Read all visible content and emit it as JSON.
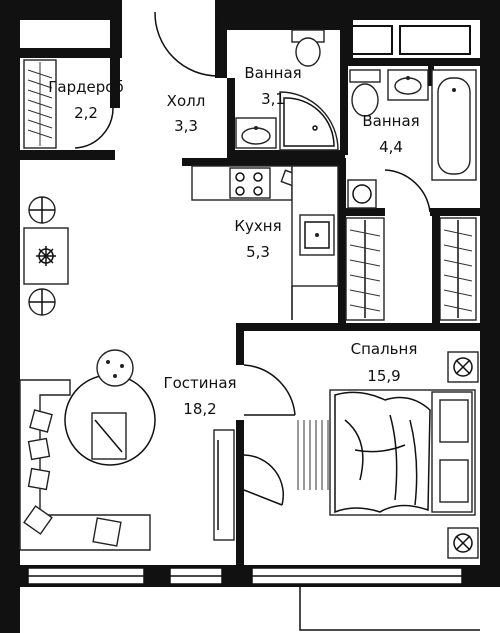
{
  "rooms": [
    {
      "name": "Гардероб",
      "area": "2,2"
    },
    {
      "name": "Холл",
      "area": "3,3"
    },
    {
      "name": "Ванная",
      "area": "3,1"
    },
    {
      "name": "Ванная",
      "area": "4,4"
    },
    {
      "name": "Кухня",
      "area": "5,3"
    },
    {
      "name": "Гостиная",
      "area": "18,2"
    },
    {
      "name": "Спальня",
      "area": "15,9"
    }
  ],
  "icons": [
    "plant-icon",
    "ball-icon",
    "sink-icon",
    "toilet-icon",
    "bathtub-icon",
    "washing-machine-icon",
    "stove-icon",
    "bed-icon",
    "sofa-icon",
    "chair-icon",
    "table-icon",
    "wardrobe-icon",
    "door-icon",
    "window-icon",
    "tv-icon"
  ]
}
